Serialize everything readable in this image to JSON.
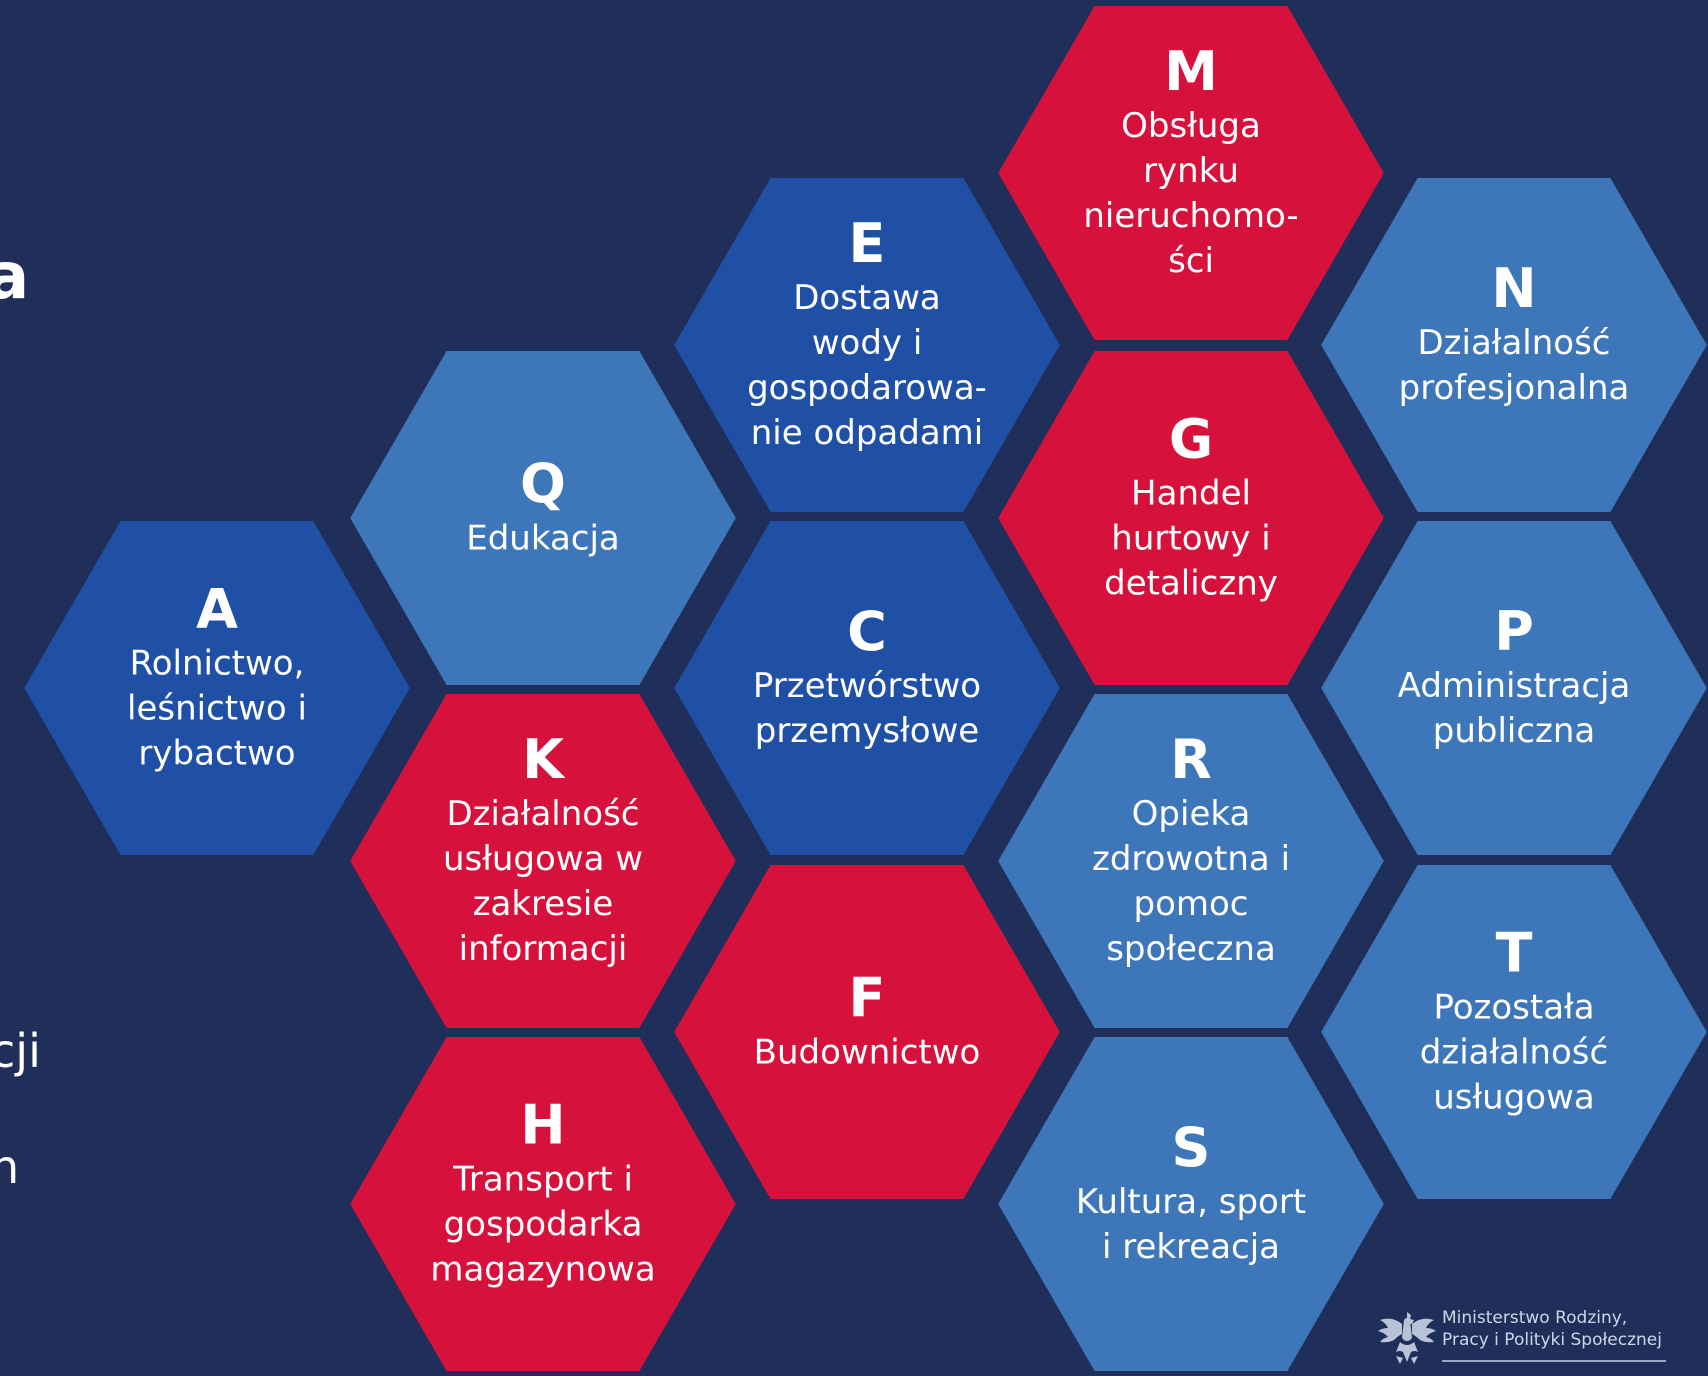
{
  "colors": {
    "background": "#1f2f5a",
    "hex_gap": "#1f2f5a",
    "red": "#d6113c",
    "blue_dark": "#2050a6",
    "blue_light": "#3d76b9",
    "text": "#ffffff"
  },
  "edge_fragments": [
    "a",
    "cji",
    "n"
  ],
  "hexagons": [
    {
      "letter": "A",
      "lines": [
        "Rolnictwo,",
        "leśnictwo i",
        "rybactwo"
      ],
      "color": "blue_dark"
    },
    {
      "letter": "Q",
      "lines": [
        "Edukacja"
      ],
      "color": "blue_light"
    },
    {
      "letter": "K",
      "lines": [
        "Działalność",
        "usługowa w",
        "zakresie",
        "informacji"
      ],
      "color": "red"
    },
    {
      "letter": "H",
      "lines": [
        "Transport i",
        "gospodarka",
        "magazynowa"
      ],
      "color": "red"
    },
    {
      "letter": "E",
      "lines": [
        "Dostawa",
        "wody i",
        "gospodarowa-",
        "nie odpadami"
      ],
      "color": "blue_dark"
    },
    {
      "letter": "C",
      "lines": [
        "Przetwórstwo",
        "przemysłowe"
      ],
      "color": "blue_dark"
    },
    {
      "letter": "F",
      "lines": [
        "Budownictwo"
      ],
      "color": "red"
    },
    {
      "letter": "M",
      "lines": [
        "Obsługa",
        "rynku",
        "nieruchomo-",
        "ści"
      ],
      "color": "red"
    },
    {
      "letter": "G",
      "lines": [
        "Handel",
        "hurtowy i",
        "detaliczny"
      ],
      "color": "red"
    },
    {
      "letter": "R",
      "lines": [
        "Opieka",
        "zdrowotna i",
        "pomoc",
        "społeczna"
      ],
      "color": "blue_light"
    },
    {
      "letter": "S",
      "lines": [
        "Kultura, sport",
        "i rekreacja"
      ],
      "color": "blue_light"
    },
    {
      "letter": "N",
      "lines": [
        "Działalność",
        "profesjonalna"
      ],
      "color": "blue_light"
    },
    {
      "letter": "P",
      "lines": [
        "Administracja",
        "publiczna"
      ],
      "color": "blue_light"
    },
    {
      "letter": "T",
      "lines": [
        "Pozostała",
        "działalność",
        "usługowa"
      ],
      "color": "blue_light"
    }
  ],
  "ministry": {
    "icon": "eagle-emblem-icon",
    "line1": "Ministerstwo Rodziny,",
    "line2": "Pracy i Polityki Społecznej"
  }
}
